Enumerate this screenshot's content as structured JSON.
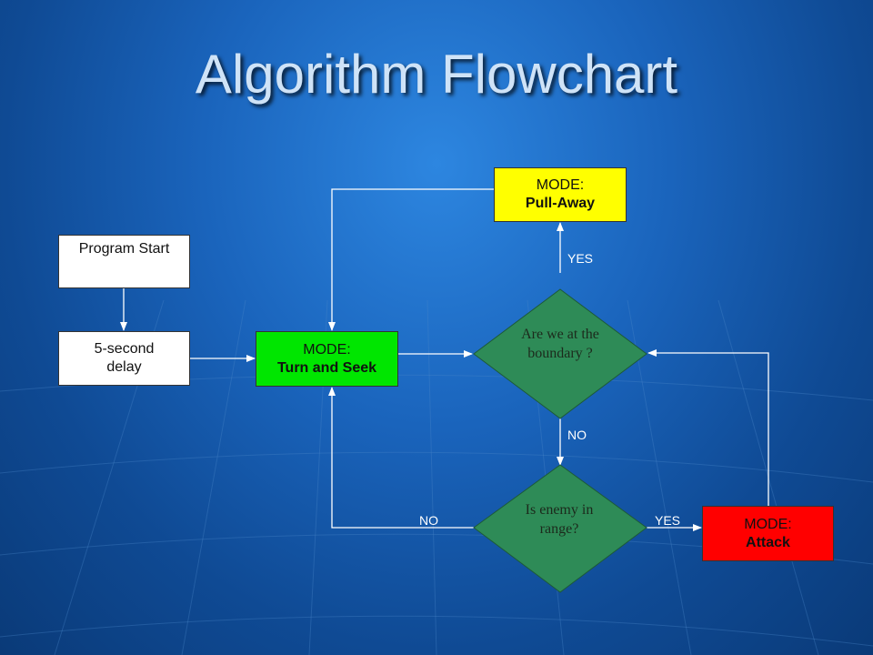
{
  "slide": {
    "title": "Algorithm Flowchart"
  },
  "nodes": {
    "start": {
      "label": "Program Start"
    },
    "delay": {
      "label": "5-second\ndelay"
    },
    "turn_seek": {
      "mode_label": "MODE:",
      "name": "Turn and Seek",
      "color": "#00e600"
    },
    "boundary_check": {
      "label": "Are we at the boundary ?",
      "color": "#2e8b57"
    },
    "pull_away": {
      "mode_label": "MODE:",
      "name": "Pull-Away",
      "color": "#ffff00"
    },
    "enemy_check": {
      "label": "Is enemy in range?",
      "color": "#2e8b57"
    },
    "attack": {
      "mode_label": "MODE:",
      "name": "Attack",
      "color": "#ff0000"
    }
  },
  "edge_labels": {
    "boundary_yes": "YES",
    "boundary_no": "NO",
    "enemy_no": "NO",
    "enemy_yes": "YES"
  }
}
